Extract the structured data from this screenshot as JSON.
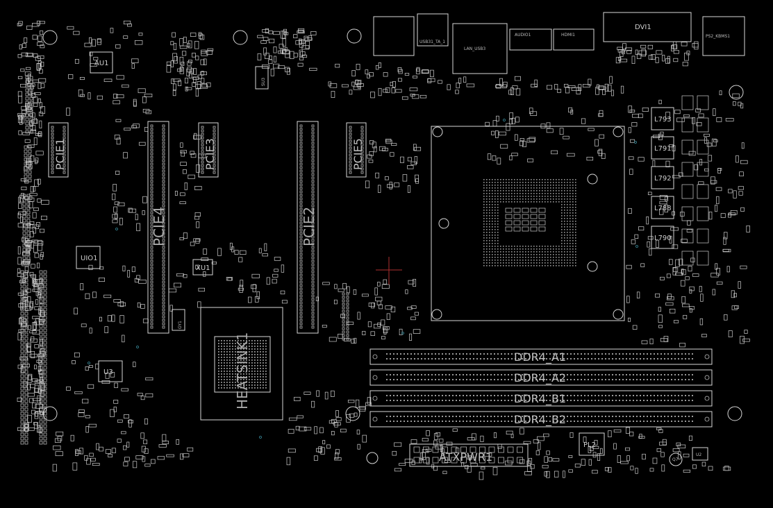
{
  "labels": {
    "au1": "AU1",
    "uio1": "UIO1",
    "xu1": "XU1",
    "u3": "U3",
    "su3": "SU3",
    "pcie4": "PCIE4",
    "pcie2": "PCIE2",
    "pcie1": "PCIE1",
    "pcie3": "PCIE3",
    "pcie5": "PCIE5",
    "heatsink": "HEATSINK1",
    "ddr_a1": "DDR4_A1",
    "ddr_a2": "DDR4_A2",
    "ddr_b1": "DDR4_B1",
    "ddr_b2": "DDR4_B2",
    "atxpwr": "ATXPWR1",
    "audio": "AUDIO1",
    "dvi": "DVI1",
    "usb": "USB31_TA_1",
    "lan": "LAN_USB3",
    "l793": "L793",
    "l791": "L791",
    "l792": "L792",
    "l788": "L788",
    "l790": "L790",
    "pl2": "PL2",
    "hdmi": "HDMI1",
    "ps2": "PS2_KBMS1",
    "u2": "U2",
    "q7": "Q7",
    "gy1": "GY1"
  },
  "colors": {
    "background": "#000000",
    "outline": "#d8d8d8",
    "cursor": "#b03030",
    "via": "#3a8fa0"
  }
}
